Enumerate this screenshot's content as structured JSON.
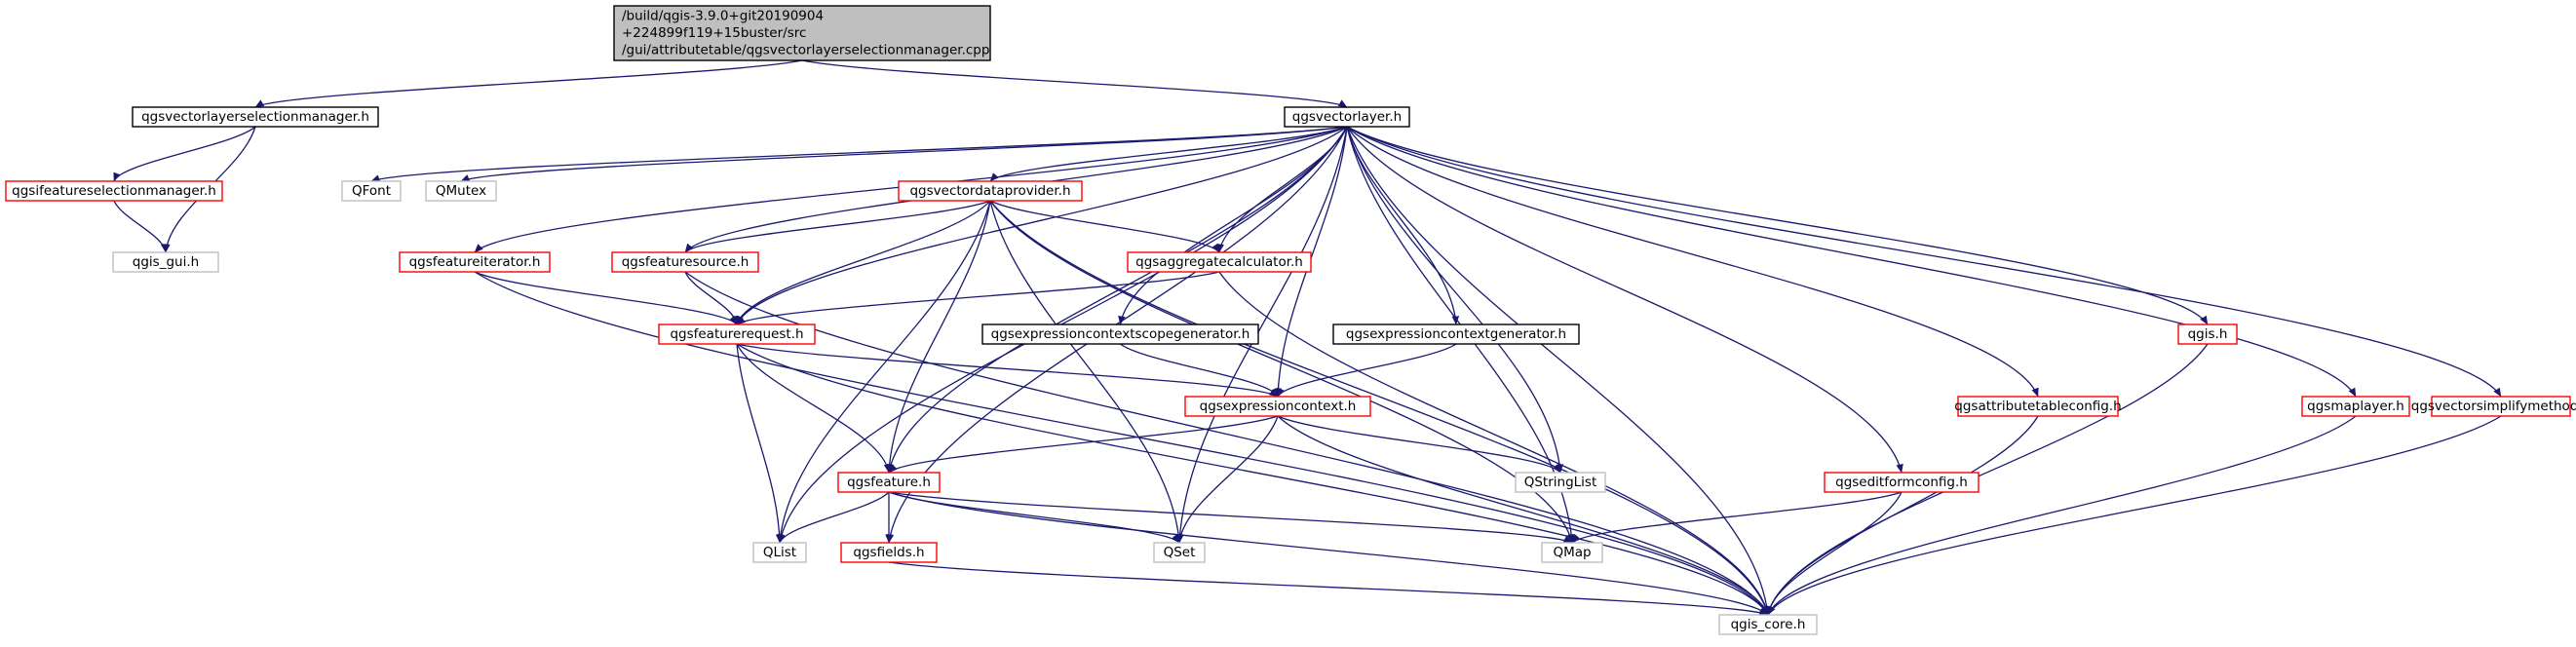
{
  "diagram": {
    "type": "include-dependency-graph",
    "colors": {
      "edge": "#191970",
      "border_documented": "#000000",
      "border_undocumented_ref": "#ff0000",
      "border_external": "#bfbfbf",
      "root_fill": "#bfbfbf",
      "text": "#000000"
    },
    "nodes": [
      {
        "id": "root",
        "lines": [
          "/build/qgis-3.9.0+git20190904",
          "+224899f119+15buster/src",
          "/gui/attributetable/qgsvectorlayerselectionmanager.cpp"
        ],
        "style": "root"
      },
      {
        "id": "vlsm",
        "lines": [
          "qgsvectorlayerselectionmanager.h"
        ],
        "style": "documented"
      },
      {
        "id": "vl",
        "lines": [
          "qgsvectorlayer.h"
        ],
        "style": "documented"
      },
      {
        "id": "ifsm",
        "lines": [
          "qgsifeatureselectionmanager.h"
        ],
        "style": "linked"
      },
      {
        "id": "gui",
        "lines": [
          "qgis_gui.h"
        ],
        "style": "external"
      },
      {
        "id": "qfont",
        "lines": [
          "QFont"
        ],
        "style": "external"
      },
      {
        "id": "qmutex",
        "lines": [
          "QMutex"
        ],
        "style": "external"
      },
      {
        "id": "vdp",
        "lines": [
          "qgsvectordataprovider.h"
        ],
        "style": "linked"
      },
      {
        "id": "fi",
        "lines": [
          "qgsfeatureiterator.h"
        ],
        "style": "linked"
      },
      {
        "id": "fs",
        "lines": [
          "qgsfeaturesource.h"
        ],
        "style": "linked"
      },
      {
        "id": "ac",
        "lines": [
          "qgsaggregatecalculator.h"
        ],
        "style": "linked"
      },
      {
        "id": "fr",
        "lines": [
          "qgsfeaturerequest.h"
        ],
        "style": "linked"
      },
      {
        "id": "ecsg",
        "lines": [
          "qgsexpressioncontextscopegenerator.h"
        ],
        "style": "documented"
      },
      {
        "id": "ecg",
        "lines": [
          "qgsexpressioncontextgenerator.h"
        ],
        "style": "documented"
      },
      {
        "id": "ec",
        "lines": [
          "qgsexpressioncontext.h"
        ],
        "style": "linked"
      },
      {
        "id": "feat",
        "lines": [
          "qgsfeature.h"
        ],
        "style": "linked"
      },
      {
        "id": "qstringlist",
        "lines": [
          "QStringList"
        ],
        "style": "external"
      },
      {
        "id": "efc",
        "lines": [
          "qgseditformconfig.h"
        ],
        "style": "linked"
      },
      {
        "id": "atc",
        "lines": [
          "qgsattributetableconfig.h"
        ],
        "style": "linked"
      },
      {
        "id": "qgis",
        "lines": [
          "qgis.h"
        ],
        "style": "linked"
      },
      {
        "id": "ml",
        "lines": [
          "qgsmaplayer.h"
        ],
        "style": "linked"
      },
      {
        "id": "vsm",
        "lines": [
          "qgsvectorsimplifymethod.h"
        ],
        "style": "linked"
      },
      {
        "id": "qlist",
        "lines": [
          "QList"
        ],
        "style": "external"
      },
      {
        "id": "fields",
        "lines": [
          "qgsfields.h"
        ],
        "style": "linked"
      },
      {
        "id": "qset",
        "lines": [
          "QSet"
        ],
        "style": "external"
      },
      {
        "id": "qmap",
        "lines": [
          "QMap"
        ],
        "style": "external"
      },
      {
        "id": "core",
        "lines": [
          "qgis_core.h"
        ],
        "style": "external"
      }
    ],
    "edges": [
      [
        "root",
        "vlsm"
      ],
      [
        "root",
        "vl"
      ],
      [
        "vlsm",
        "ifsm"
      ],
      [
        "vlsm",
        "gui"
      ],
      [
        "ifsm",
        "gui"
      ],
      [
        "vl",
        "qfont"
      ],
      [
        "vl",
        "qmutex"
      ],
      [
        "vl",
        "vdp"
      ],
      [
        "vl",
        "fi"
      ],
      [
        "vl",
        "fs"
      ],
      [
        "vl",
        "ac"
      ],
      [
        "vl",
        "fr"
      ],
      [
        "vl",
        "ecsg"
      ],
      [
        "vl",
        "ecg"
      ],
      [
        "vl",
        "ec"
      ],
      [
        "vl",
        "feat"
      ],
      [
        "vl",
        "qstringlist"
      ],
      [
        "vl",
        "efc"
      ],
      [
        "vl",
        "atc"
      ],
      [
        "vl",
        "qgis"
      ],
      [
        "vl",
        "ml"
      ],
      [
        "vl",
        "vsm"
      ],
      [
        "vl",
        "qlist"
      ],
      [
        "vl",
        "fields"
      ],
      [
        "vl",
        "qset"
      ],
      [
        "vl",
        "qmap"
      ],
      [
        "vl",
        "core"
      ],
      [
        "vdp",
        "fs"
      ],
      [
        "vdp",
        "ac"
      ],
      [
        "vdp",
        "fr"
      ],
      [
        "vdp",
        "feat"
      ],
      [
        "vdp",
        "qlist"
      ],
      [
        "vdp",
        "qset"
      ],
      [
        "vdp",
        "qmap"
      ],
      [
        "vdp",
        "core"
      ],
      [
        "fi",
        "fr"
      ],
      [
        "fi",
        "core"
      ],
      [
        "fs",
        "fr"
      ],
      [
        "fs",
        "core"
      ],
      [
        "ac",
        "fr"
      ],
      [
        "ac",
        "core"
      ],
      [
        "fr",
        "ec"
      ],
      [
        "fr",
        "feat"
      ],
      [
        "fr",
        "qlist"
      ],
      [
        "fr",
        "core"
      ],
      [
        "ecsg",
        "ec"
      ],
      [
        "ecg",
        "ec"
      ],
      [
        "ec",
        "feat"
      ],
      [
        "ec",
        "qstringlist"
      ],
      [
        "ec",
        "qset"
      ],
      [
        "ec",
        "core"
      ],
      [
        "feat",
        "qlist"
      ],
      [
        "feat",
        "fields"
      ],
      [
        "feat",
        "qset"
      ],
      [
        "feat",
        "qmap"
      ],
      [
        "feat",
        "core"
      ],
      [
        "fields",
        "core"
      ],
      [
        "efc",
        "qmap"
      ],
      [
        "efc",
        "core"
      ],
      [
        "atc",
        "core"
      ],
      [
        "qgis",
        "core"
      ],
      [
        "ml",
        "core"
      ],
      [
        "vsm",
        "core"
      ]
    ]
  }
}
